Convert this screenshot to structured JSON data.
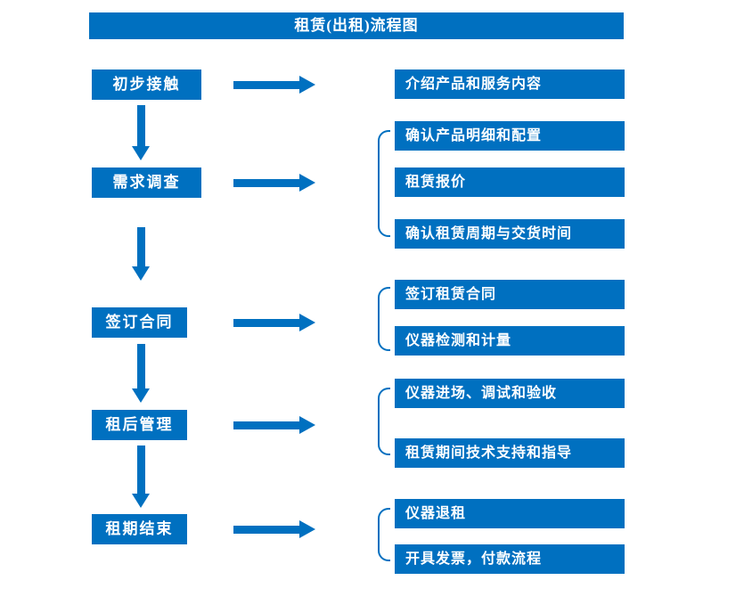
{
  "title": "租赁(出租)流程图",
  "colors": {
    "accent": "#0070c0",
    "text_on_accent": "#ffffff",
    "background": "#ffffff"
  },
  "steps": [
    {
      "label": "初步接触",
      "details": [
        "介绍产品和服务内容"
      ]
    },
    {
      "label": "需求调查",
      "details": [
        "确认产品明细和配置",
        "租赁报价",
        "确认租赁周期与交货时间"
      ]
    },
    {
      "label": "签订合同",
      "details": [
        "签订租赁合同",
        "仪器检测和计量"
      ]
    },
    {
      "label": "租后管理",
      "details": [
        "仪器进场、调试和验收",
        "租赁期间技术支持和指导"
      ]
    },
    {
      "label": "租期结束",
      "details": [
        "仪器退租",
        "开具发票，付款流程"
      ]
    }
  ]
}
